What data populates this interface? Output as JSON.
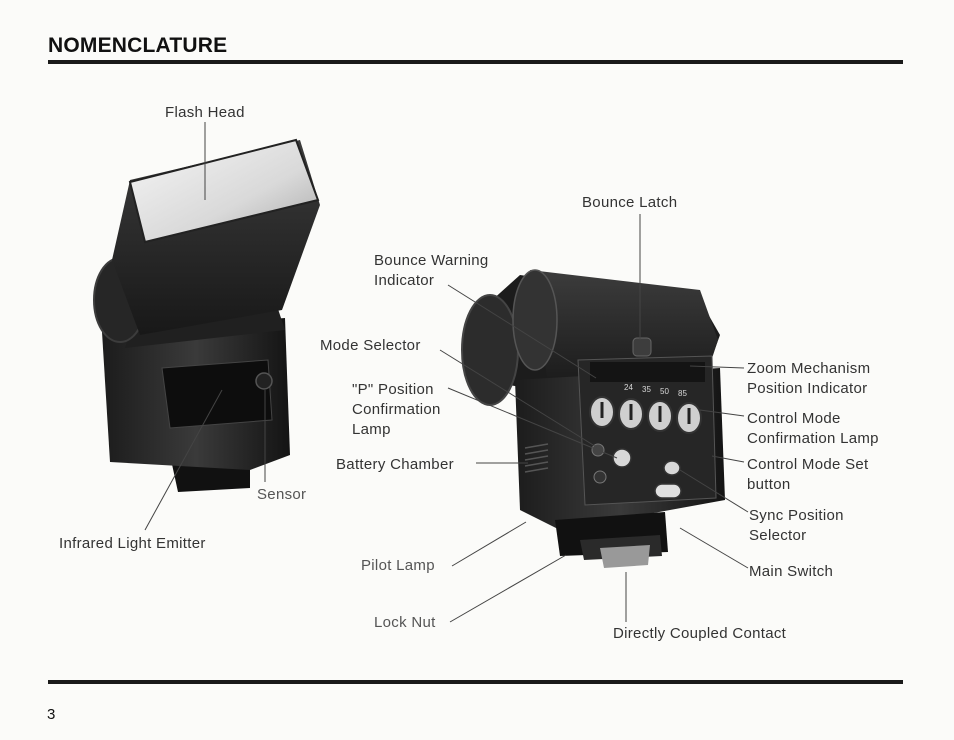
{
  "page": {
    "title": "NOMENCLATURE",
    "page_number": "3"
  },
  "labels": {
    "flash_head": "Flash Head",
    "sensor": "Sensor",
    "infrared_light_emitter": "Infrared Light Emitter",
    "bounce_latch": "Bounce Latch",
    "bounce_warning_indicator": "Bounce Warning\nIndicator",
    "mode_selector": "Mode Selector",
    "p_position_confirmation_lamp": "\"P\" Position\nConfirmation\nLamp",
    "battery_chamber": "Battery Chamber",
    "pilot_lamp": "Pilot Lamp",
    "lock_nut": "Lock Nut",
    "zoom_mechanism_position_indicator": "Zoom Mechanism\nPosition Indicator",
    "control_mode_confirmation_lamp": "Control Mode\nConfirmation Lamp",
    "control_mode_set_button": "Control Mode Set\nbutton",
    "sync_position_selector": "Sync Position\nSelector",
    "main_switch": "Main Switch",
    "directly_coupled_contact": "Directly Coupled Contact"
  },
  "zoom_positions": [
    "24",
    "35",
    "50",
    "85"
  ]
}
